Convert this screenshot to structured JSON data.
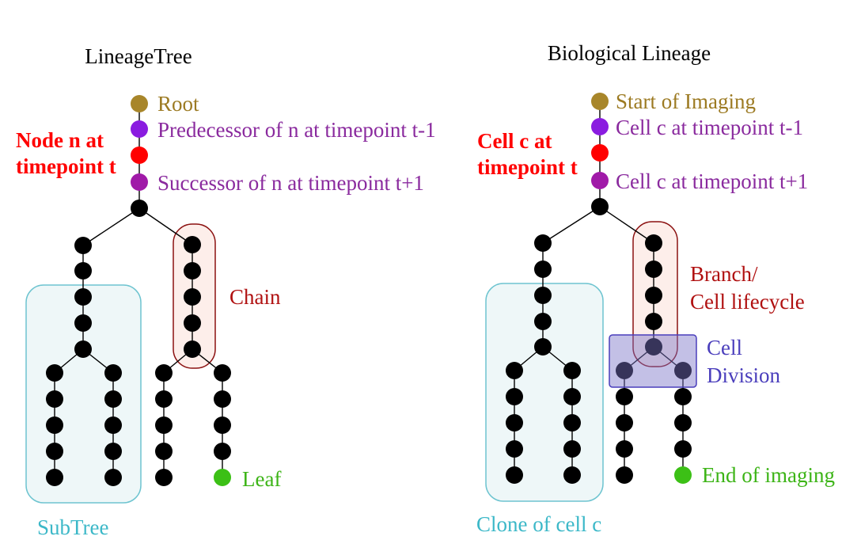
{
  "colors": {
    "root": "#a8862a",
    "predecessor": "#8a1ce0",
    "current": "#ff0000",
    "successor": "#a01aa8",
    "node": "#000000",
    "leaf": "#3cc016",
    "chain_text": "#b01010",
    "chain_fill": "#fdeeea",
    "chain_stroke": "#8b1010",
    "subtree_text": "#3cb8c8",
    "subtree_stroke": "#6ec4d0",
    "subtree_fill": "#eef7f8",
    "division_text": "#4a3ebc",
    "division_fill": "#b7b3de",
    "division_stroke": "#4a3ebc",
    "purple_text": "#8a2a9e",
    "gold_text": "#9c7a22",
    "leaf_text": "#3cb416",
    "red_text": "#ff0000"
  },
  "left": {
    "title": "LineageTree",
    "root_label": "Root",
    "predecessor_label": "Predecessor of n at timepoint t-1",
    "node_label_line1": "Node n at",
    "node_label_line2": "timepoint t",
    "successor_label": "Successor of n  at timepoint t+1",
    "chain_label": "Chain",
    "leaf_label": "Leaf",
    "subtree_label": "SubTree"
  },
  "right": {
    "title": "Biological Lineage",
    "root_label": "Start of Imaging",
    "predecessor_label": "Cell c at timepoint t-1",
    "node_label_line1": "Cell c at",
    "node_label_line2": "timepoint t",
    "successor_label": "Cell c at timepoint t+1",
    "branch_label_line1": "Branch/",
    "branch_label_line2": "Cell lifecycle",
    "division_label_line1": "Cell",
    "division_label_line2": "Division",
    "leaf_label": "End of imaging",
    "clone_label": "Clone of cell c"
  }
}
